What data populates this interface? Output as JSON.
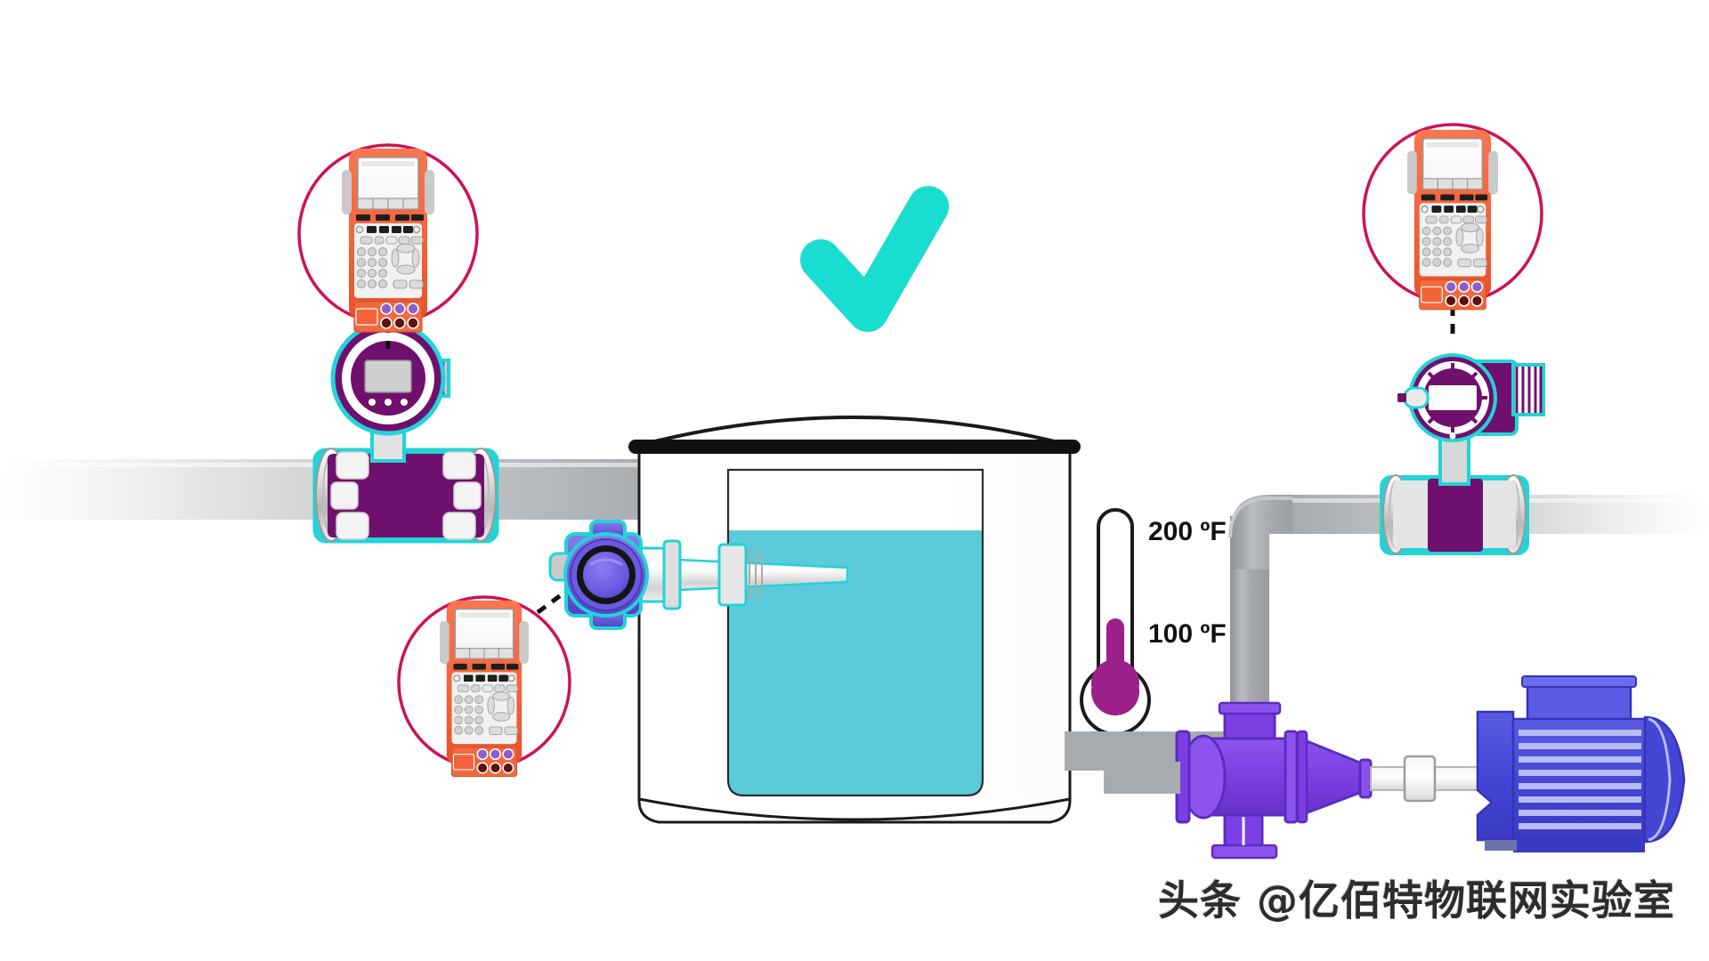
{
  "diagram": {
    "title": "Process Instrument Calibration Loop",
    "status_icon": "checkmark-icon",
    "status_color": "#18DDD0",
    "background_color": "#FFFFFF"
  },
  "watermark": {
    "text": "头条 @亿佰特物联网实验室"
  },
  "thermometer": {
    "name": "temperature-gauge",
    "labels": [
      {
        "value": "200 ºF",
        "position": "upper"
      },
      {
        "value": "100 ºF",
        "position": "lower"
      }
    ],
    "fill_color": "#9B2089",
    "outline_color": "#1A1A1A",
    "reading_level_percent": 30
  },
  "tank": {
    "name": "storage-tank",
    "liquid_color": "#5BCBDC",
    "liquid_level_percent": 72,
    "shell_color": "#FFFFFF",
    "outline_color": "#1A1A1A",
    "lid_color": "#111111"
  },
  "pipes": {
    "inlet_color": "#A8ABAE",
    "outlet_color": "#A8ABAE",
    "highlight_color": "#FFFFFF"
  },
  "instruments": [
    {
      "id": "inlet-flow-meter",
      "label": "Magnetic Flow Meter (Inlet)",
      "body_color": "#70106E",
      "accent_color": "#22D3D8",
      "display_color": "#CFCFCF",
      "has_display_head": true
    },
    {
      "id": "level-transmitter",
      "label": "Level / Pressure Transmitter",
      "body_color": "#6A5ADF",
      "accent_color": "#22D3D8",
      "display_color": "#5B4BD4",
      "has_probe": true
    },
    {
      "id": "outlet-flow-meter",
      "label": "Magnetic Flow Meter (Outlet)",
      "body_color": "#70106E",
      "accent_color": "#22D3D8",
      "display_color": "#FFFFFF",
      "has_display_head": true
    }
  ],
  "pump": {
    "id": "centrifugal-pump",
    "label": "Centrifugal Pump",
    "body_color": "#7B3FE4",
    "outline_color": "#4F2FBF"
  },
  "motor": {
    "id": "electric-motor",
    "label": "Electric Motor",
    "body_color": "#4546D6",
    "fin_color": "#B9BDF5",
    "fin_count": 9
  },
  "calibrators": [
    {
      "id": "calibrator-inlet-flow",
      "position": "top-left",
      "connects_to": "inlet-flow-meter",
      "circle_color": "#CE1158",
      "case_color": "#F4623A",
      "screen_color": "#FFFFFF",
      "keypad_color": "#F1F1F1"
    },
    {
      "id": "calibrator-level",
      "position": "bottom-left",
      "connects_to": "level-transmitter",
      "circle_color": "#CE1158",
      "case_color": "#F4623A",
      "screen_color": "#FFFFFF",
      "keypad_color": "#F1F1F1"
    },
    {
      "id": "calibrator-outlet-flow",
      "position": "top-right",
      "connects_to": "outlet-flow-meter",
      "circle_color": "#CE1158",
      "case_color": "#F4623A",
      "screen_color": "#FFFFFF",
      "keypad_color": "#F1F1F1"
    }
  ]
}
